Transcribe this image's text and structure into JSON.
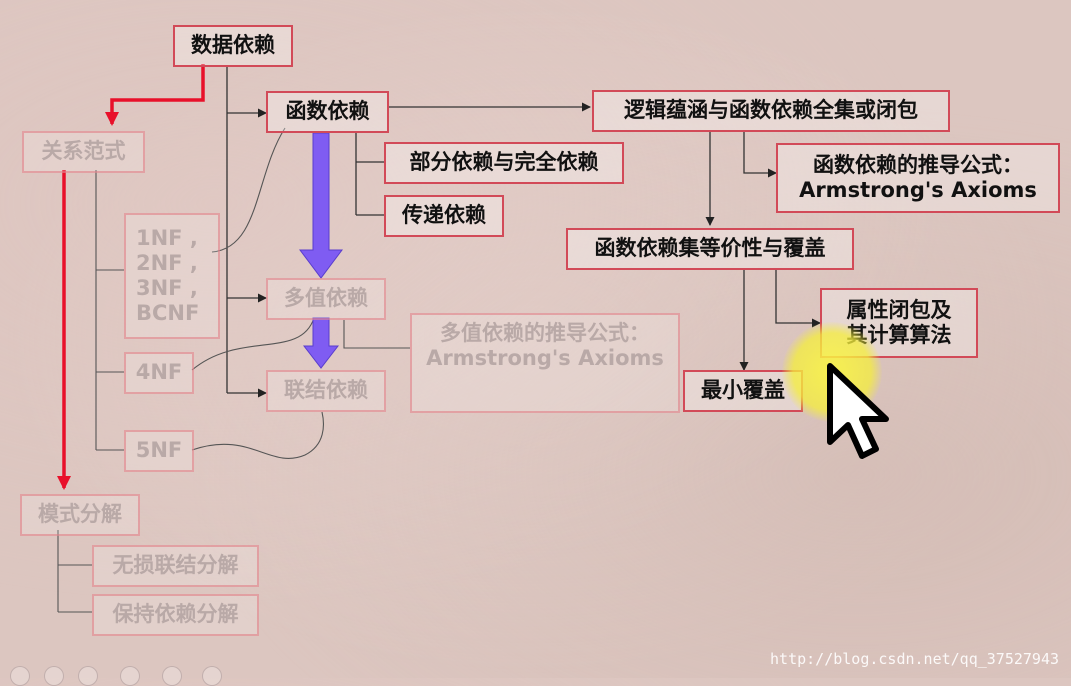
{
  "nodes": {
    "data_dependency": "数据依赖",
    "functional_dependency": "函数依赖",
    "partial_full": "部分依赖与完全依赖",
    "transitive": "传递依赖",
    "multivalued": "多值依赖",
    "join_dependency": "联结依赖",
    "relational_normal_form": "关系范式",
    "nf_list": [
      "1NF ,",
      "2NF ,",
      "3NF ,",
      "BCNF"
    ],
    "nf4": "4NF",
    "nf5": "5NF",
    "schema_decomposition": "模式分解",
    "lossless_join": "无损联结分解",
    "dependency_preserving": "保持依赖分解",
    "logical_implication": "逻辑蕴涵与函数依赖全集或闭包",
    "fd_inference": [
      "函数依赖的推导公式：",
      "Armstrong's Axioms"
    ],
    "fd_equivalence": "函数依赖集等价性与覆盖",
    "attribute_closure": [
      "属性闭包及",
      "其计算算法"
    ],
    "minimal_cover": "最小覆盖",
    "mvd_inference": [
      "多值依赖的推导公式：",
      "Armstrong's Axioms"
    ]
  },
  "watermark": "http://blog.csdn.net/qq_37527943",
  "colors": {
    "box_border": "#d24a58",
    "red_arrow": "#e8102a",
    "purple_arrow": "#7f5cf2",
    "cursor_highlight": "#f5ee3c"
  }
}
